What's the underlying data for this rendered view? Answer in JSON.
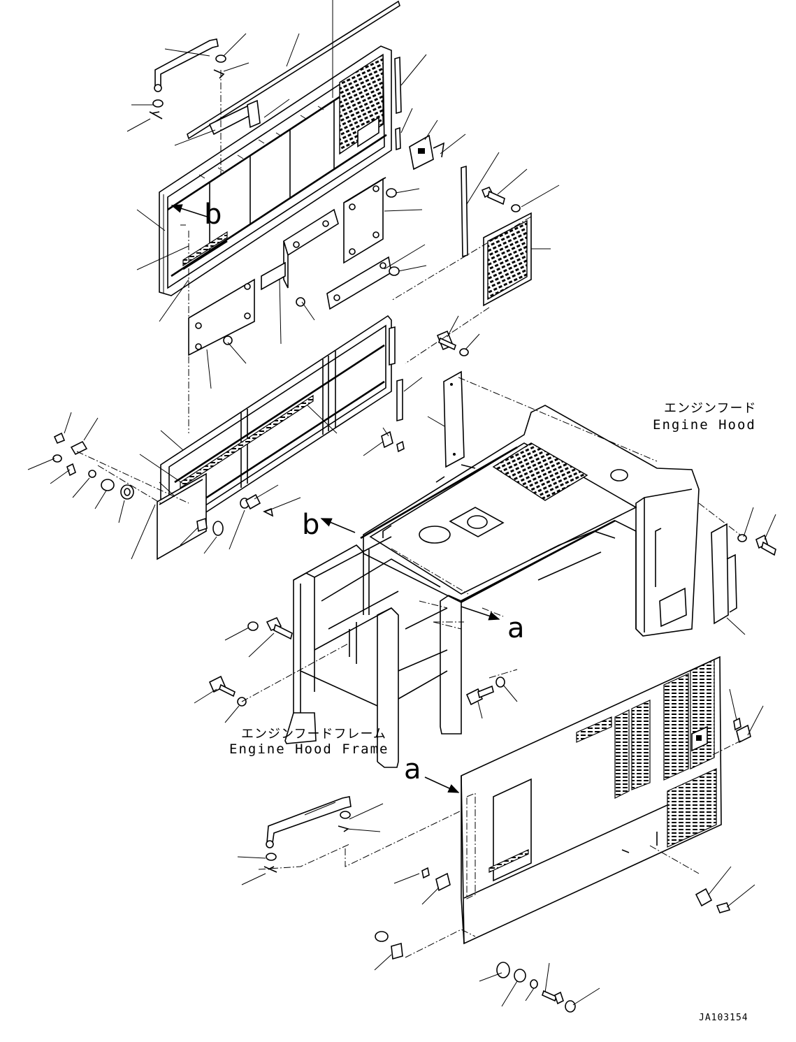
{
  "drawing": {
    "labels": {
      "engine_hood_jp": "エンジンフード",
      "engine_hood_en": "Engine Hood",
      "hood_frame_jp": "エンジンフードフレーム",
      "hood_frame_en": "Engine Hood Frame",
      "ref_b": "b",
      "ref_b_arrow": "b",
      "ref_a_arrow": "a",
      "ref_a": "a",
      "code": "JA103154"
    }
  }
}
